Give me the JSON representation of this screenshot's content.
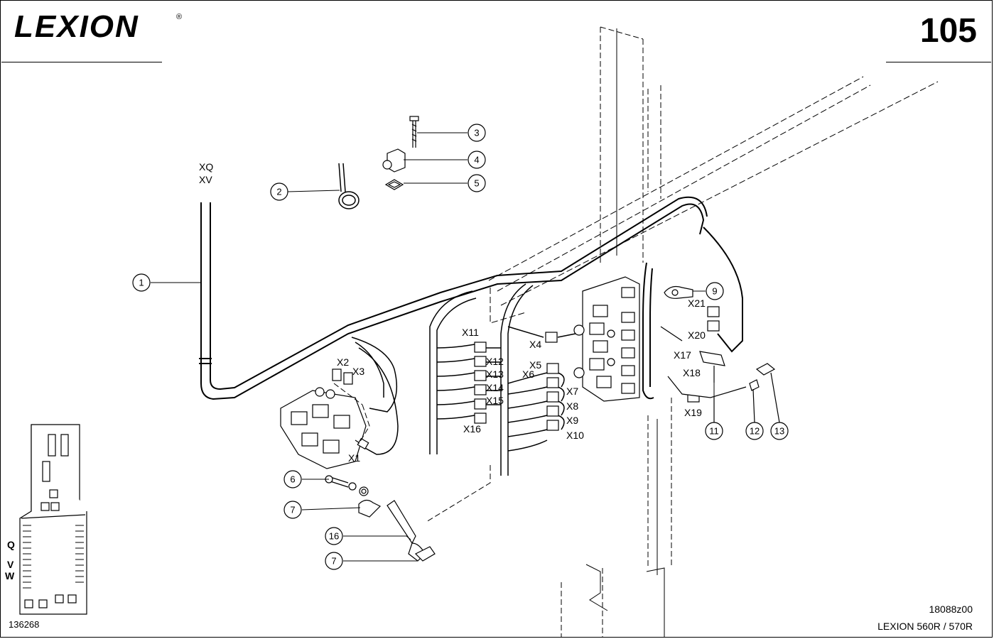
{
  "header": {
    "brand": "LEXION",
    "registered_mark": "®",
    "page_number": "105"
  },
  "footer": {
    "drawing_code": "18088z00",
    "model": "LEXION 560R / 570R",
    "reference_code": "136268"
  },
  "harness_labels": [
    "XQ",
    "XV"
  ],
  "callouts": [
    "1",
    "2",
    "3",
    "4",
    "5",
    "6",
    "7",
    "7",
    "9",
    "11",
    "12",
    "13",
    "16"
  ],
  "connectors": [
    "X1",
    "X2",
    "X3",
    "X4",
    "X5",
    "X6",
    "X7",
    "X8",
    "X9",
    "X10",
    "X11",
    "X12",
    "X13",
    "X14",
    "X15",
    "X16",
    "X17",
    "X18",
    "X19",
    "X20",
    "X21"
  ],
  "location_letters": [
    "Q",
    "V",
    "W"
  ]
}
